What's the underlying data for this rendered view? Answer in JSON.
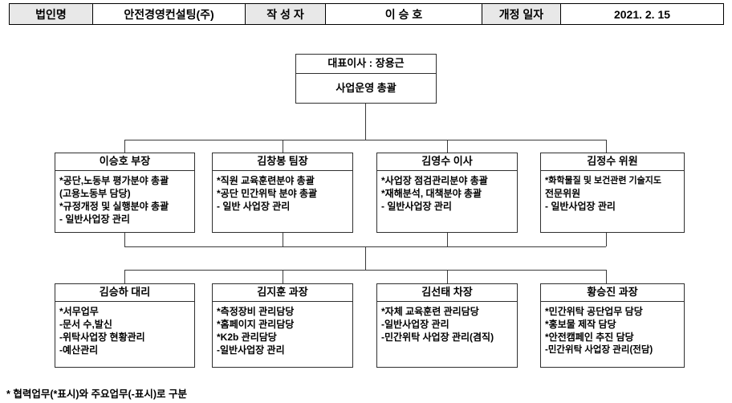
{
  "header_table": {
    "cells": [
      {
        "label": "법인명",
        "type": "label"
      },
      {
        "label": "안전경영컨설팅(주)",
        "type": "value"
      },
      {
        "label": "작 성 자",
        "type": "label"
      },
      {
        "label": "이 승 호",
        "type": "value"
      },
      {
        "label": "개정 일자",
        "type": "label"
      },
      {
        "label": "2021. 2. 15",
        "type": "value"
      }
    ]
  },
  "org_chart": {
    "root": {
      "title": "대표이사 : 장용근",
      "subtitle": "사업운영 총괄"
    },
    "level2": [
      {
        "title": "이승호 부장",
        "lines": [
          "*공단,노동부 평가분야 총괄",
          " (고용노동부 담당)",
          "*규정개정 및 실행분야 총괄",
          " - 일반사업장 관리"
        ]
      },
      {
        "title": "김창봉 팀장",
        "lines": [
          "*직원 교육훈련분야 총괄",
          "*공단 민간위탁 분야 총괄",
          "- 일반 사업장 관리"
        ]
      },
      {
        "title": "김영수 이사",
        "lines": [
          "*사업장 점검관리분야 총괄",
          "*재해분석, 대책분야 총괄",
          "- 일반사업장 관리"
        ]
      },
      {
        "title": "김정수 위원",
        "lines": [
          "*화학물질 및 보건관련 기술지도",
          "  전문위원",
          "- 일반사업장 관리"
        ]
      }
    ],
    "level3": [
      {
        "title": "김승하 대리",
        "lines": [
          "*서무업무",
          "-문서 수,발신",
          "-위탁사업장 현황관리",
          "-예산관리"
        ]
      },
      {
        "title": "김지훈 과장",
        "lines": [
          "*측정장비 관리담당",
          "*홈페이지 관리담당",
          "*K2b 관리담당",
          "-일반사업장 관리"
        ]
      },
      {
        "title": "김선태 차장",
        "lines": [
          "*자체 교육훈련 관리담당",
          "-일반사업장 관리",
          "-민간위탁 사업장 관리(겸직)"
        ]
      },
      {
        "title": "황승진 과장",
        "lines": [
          "*민간위탁 공단업무 담당",
          "*홍보물 제작 담당",
          "*안전캠페인 추진 담당",
          "-민간위탁 사업장 관리(전담)"
        ]
      }
    ]
  },
  "footnote": "* 협력업무(*표시)와 주요업무(-표시)로 구분"
}
